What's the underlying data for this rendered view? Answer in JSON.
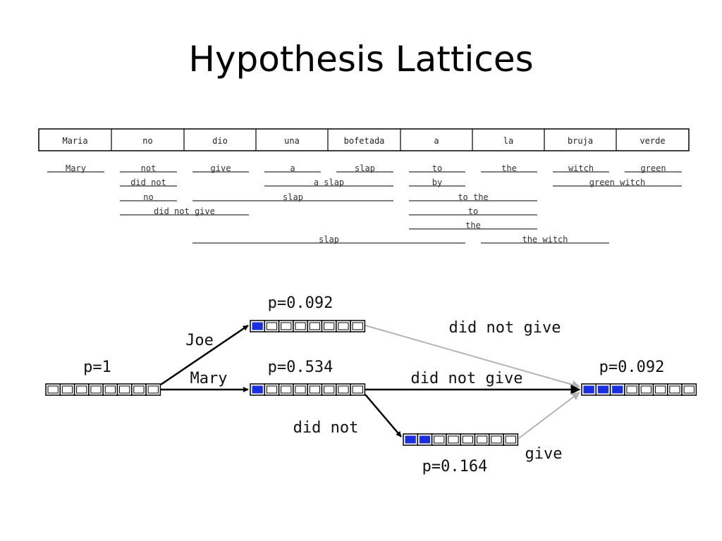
{
  "title": "Hypothesis Lattices",
  "source_words": [
    "Maria",
    "no",
    "dio",
    "una",
    "bofetada",
    "a",
    "la",
    "bruja",
    "verde"
  ],
  "phrase_options": [
    {
      "text": "Mary",
      "from": 0,
      "to": 0,
      "row": 0
    },
    {
      "text": "not",
      "from": 1,
      "to": 1,
      "row": 0
    },
    {
      "text": "give",
      "from": 2,
      "to": 2,
      "row": 0
    },
    {
      "text": "a",
      "from": 3,
      "to": 3,
      "row": 0
    },
    {
      "text": "slap",
      "from": 4,
      "to": 4,
      "row": 0
    },
    {
      "text": "to",
      "from": 5,
      "to": 5,
      "row": 0
    },
    {
      "text": "the",
      "from": 6,
      "to": 6,
      "row": 0
    },
    {
      "text": "witch",
      "from": 7,
      "to": 7,
      "row": 0
    },
    {
      "text": "green",
      "from": 8,
      "to": 8,
      "row": 0
    },
    {
      "text": "did not",
      "from": 1,
      "to": 1,
      "row": 1
    },
    {
      "text": "a slap",
      "from": 3,
      "to": 4,
      "row": 1
    },
    {
      "text": "by",
      "from": 5,
      "to": 5,
      "row": 1
    },
    {
      "text": "green witch",
      "from": 7,
      "to": 8,
      "row": 1
    },
    {
      "text": "no",
      "from": 1,
      "to": 1,
      "row": 2
    },
    {
      "text": "slap",
      "from": 2,
      "to": 4,
      "row": 2
    },
    {
      "text": "to the",
      "from": 5,
      "to": 6,
      "row": 2
    },
    {
      "text": "did not give",
      "from": 1,
      "to": 2,
      "row": 3
    },
    {
      "text": "to",
      "from": 5,
      "to": 6,
      "row": 3
    },
    {
      "text": "the",
      "from": 5,
      "to": 6,
      "row": 4
    },
    {
      "text": "slap",
      "from": 2,
      "to": 5,
      "row": 5
    },
    {
      "text": "the witch",
      "from": 6,
      "to": 7,
      "row": 5
    }
  ],
  "hypotheses": [
    {
      "id": "h0",
      "prob": "p=1",
      "covered": 0,
      "cells": 8
    },
    {
      "id": "h1",
      "prob": "p=0.092",
      "covered": 1,
      "cells": 8
    },
    {
      "id": "h2",
      "prob": "p=0.534",
      "covered": 1,
      "cells": 8
    },
    {
      "id": "h3",
      "prob": "p=0.164",
      "covered": 2,
      "cells": 8
    },
    {
      "id": "h4",
      "prob": "p=0.092",
      "covered": 3,
      "cells": 8
    }
  ],
  "edges": [
    {
      "from": "h0",
      "to": "h1",
      "label": "Joe",
      "style": "strong"
    },
    {
      "from": "h0",
      "to": "h2",
      "label": "Mary",
      "style": "strong"
    },
    {
      "from": "h1",
      "to": "h4",
      "label": "did not give",
      "style": "faint"
    },
    {
      "from": "h2",
      "to": "h4",
      "label": "did not give",
      "style": "strong"
    },
    {
      "from": "h2",
      "to": "h3",
      "label": "did not",
      "style": "strong"
    },
    {
      "from": "h3",
      "to": "h4",
      "label": "give",
      "style": "faint"
    }
  ],
  "colors": {
    "covered": "#1a2fe0",
    "strong": "#000000",
    "faint": "#b4b4b4"
  }
}
